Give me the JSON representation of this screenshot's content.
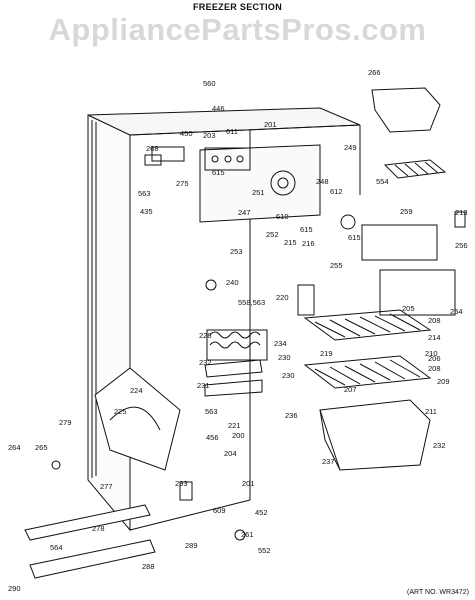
{
  "title": "FREEZER SECTION",
  "watermark": "AppliancePartsPros.com",
  "art_number": "(ART NO. WR3472)",
  "callouts": [
    "560",
    "446",
    "450",
    "266",
    "268",
    "203",
    "611",
    "201",
    "249",
    "563",
    "275",
    "615",
    "251",
    "248",
    "554",
    "435",
    "247",
    "612",
    "213",
    "610",
    "615",
    "259",
    "256",
    "252",
    "615",
    "253",
    "215",
    "216",
    "255",
    "240",
    "558,563",
    "220",
    "254",
    "205",
    "208",
    "228",
    "234",
    "214",
    "219",
    "210",
    "232",
    "230",
    "206",
    "208",
    "224",
    "231",
    "230",
    "209",
    "207",
    "225",
    "563",
    "221",
    "211",
    "236",
    "232",
    "279",
    "456",
    "200",
    "265",
    "264",
    "204",
    "293",
    "201",
    "237",
    "277",
    "609",
    "452",
    "278",
    "261",
    "552",
    "564",
    "289",
    "288",
    "290"
  ]
}
